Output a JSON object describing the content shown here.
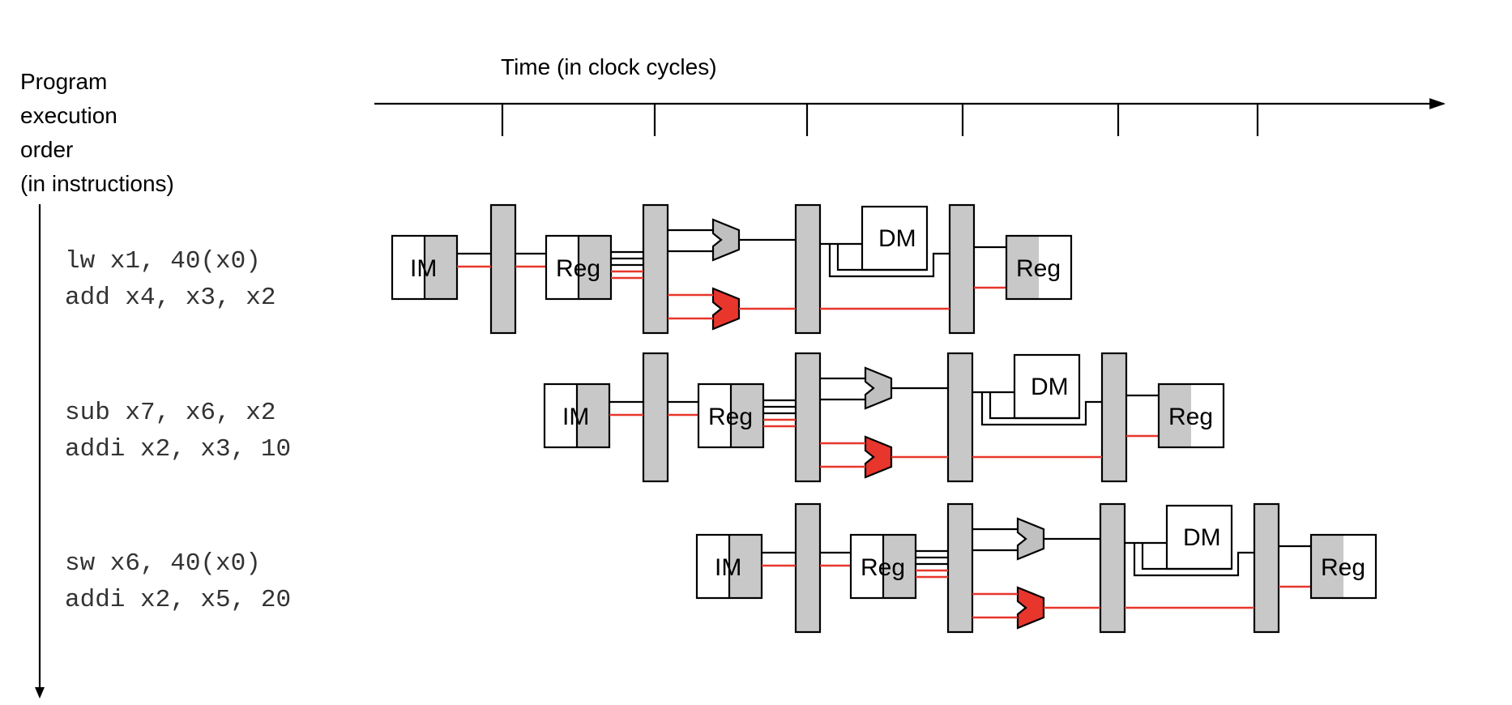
{
  "title": "",
  "time_axis": {
    "label": "Time (in clock cycles)"
  },
  "order_axis": {
    "lines": [
      "Program",
      "execution",
      "order",
      "(in instructions)"
    ]
  },
  "instructions": [
    {
      "line1": "lw x1, 40(x0)",
      "line2": "add x4, x3, x2"
    },
    {
      "line1": "sub x7, x6, x2",
      "line2": "addi x2, x3, 10"
    },
    {
      "line1": "sw x6, 40(x0)",
      "line2": "addi x2, x5, 20"
    }
  ],
  "stage_labels": {
    "im": "IM",
    "reg": "Reg",
    "dm": "DM"
  },
  "colors": {
    "line": "#000000",
    "second_issue_path": "#e8362c",
    "pipeline_register": "#c8c8c8",
    "alu_shaded": "#c0c0c0",
    "unit_fill": "#ffffff"
  }
}
